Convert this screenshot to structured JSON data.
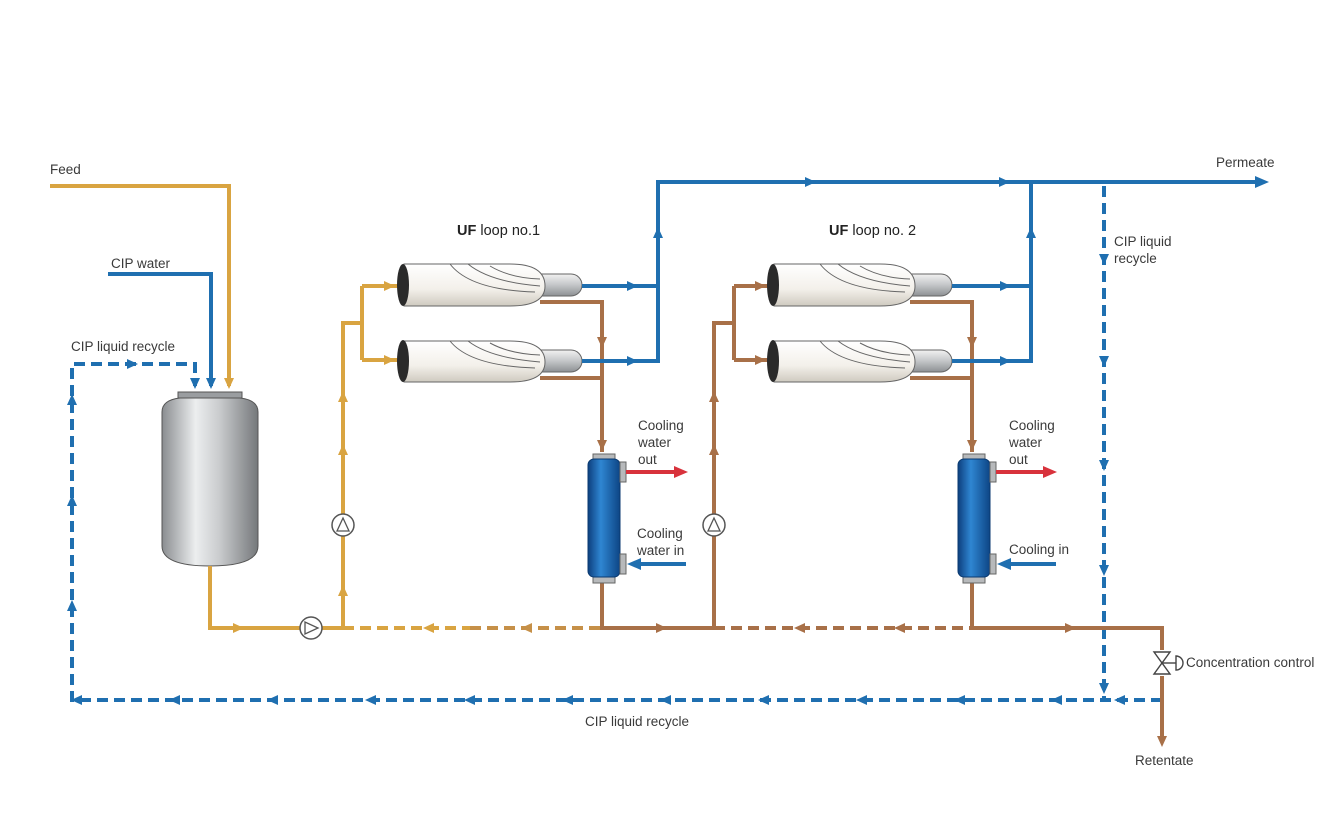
{
  "labels": {
    "feed": "Feed",
    "cip_water": "CIP water",
    "cip_recycle_left": "CIP liquid recycle",
    "cip_recycle_bottom": "CIP liquid recycle",
    "cip_recycle_right_1": "CIP liquid",
    "cip_recycle_right_2": "recycle",
    "permeate": "Permeate",
    "retentate": "Retentate",
    "concentration_control": "Concentration control",
    "loop1_bold": "UF",
    "loop1_rest": " loop no.1",
    "loop2_bold": "UF",
    "loop2_rest": " loop no. 2",
    "cooling_out_1": [
      "Cooling",
      "water",
      "out"
    ],
    "cooling_in_1": [
      "Cooling",
      "water in"
    ],
    "cooling_out_2": [
      "Cooling",
      "water",
      "out"
    ],
    "cooling_in_2": [
      "Cooling in"
    ]
  },
  "colors": {
    "feed_line": "#d9a441",
    "retentate_line": "#a87048",
    "permeate_line": "#1f6fb0",
    "cip_line": "#1f6fb0",
    "cooling_out": "#d8323c",
    "cooling_in": "#1f6fb0"
  }
}
